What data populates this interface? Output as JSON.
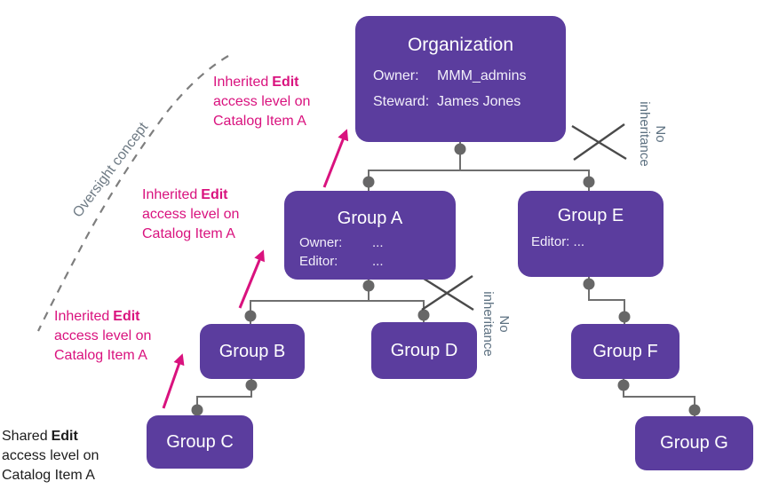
{
  "colors": {
    "node_purple": "#5b3d9e",
    "accent_pink": "#d9127e",
    "connector_gray": "#6f6f6f",
    "muted_gray": "#5d7181"
  },
  "nodes": {
    "organization": {
      "title": "Organization",
      "owner_label": "Owner:",
      "owner_value": "MMM_admins",
      "steward_label": "Steward:",
      "steward_value": "James Jones"
    },
    "group_a": {
      "title": "Group A",
      "owner_label": "Owner:",
      "owner_value": "...",
      "editor_label": "Editor:",
      "editor_value": "..."
    },
    "group_e": {
      "title": "Group E",
      "editor_label": "Editor:",
      "editor_value": "..."
    },
    "group_b": {
      "title": "Group B"
    },
    "group_c": {
      "title": "Group C"
    },
    "group_d": {
      "title": "Group D"
    },
    "group_f": {
      "title": "Group F"
    },
    "group_g": {
      "title": "Group G"
    }
  },
  "annotations": {
    "oversight_label": "Oversight concept",
    "inherited": {
      "lead": "Inherited",
      "bold": "Edit",
      "line2": "access level on",
      "line3": "Catalog Item A"
    },
    "shared": {
      "lead": "Shared",
      "bold": "Edit",
      "line2": "access level on",
      "line3": "Catalog Item A"
    },
    "no_inheritance": {
      "line1": "No",
      "line2": "inheritance"
    }
  }
}
